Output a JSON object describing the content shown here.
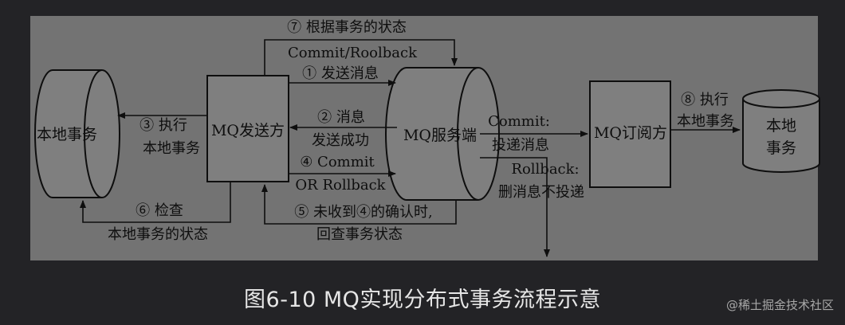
{
  "nodes": {
    "local_tx_left": "本地事务",
    "mq_sender": "MQ发送方",
    "mq_server": "MQ服务端",
    "mq_subscriber": "MQ订阅方",
    "local_tx_right_1": "本地",
    "local_tx_right_2": "事务"
  },
  "edges": {
    "e1": "① 发送消息",
    "e2_1": "② 消息",
    "e2_2": "发送成功",
    "e3_1": "③ 执行",
    "e3_2": "本地事务",
    "e4_1": "④ Commit",
    "e4_2": "OR Rollback",
    "e5_1": "⑤ 未收到④的确认时,",
    "e5_2": "回查事务状态",
    "e6_1": "⑥ 检查",
    "e6_2": "本地事务的状态",
    "e7_1": "⑦ 根据事务的状态",
    "e7_2": "Commit/Roolback",
    "e8_1": "⑧ 执行",
    "e8_2": "本地事务",
    "commit_1": "Commit:",
    "commit_2": "投递消息",
    "rollback_1": "Rollback:",
    "rollback_2": "删消息不投递"
  },
  "caption": "图6-10 MQ实现分布式事务流程示意",
  "watermark": "@稀土掘金技术社区",
  "colors": {
    "page_background": "#232326",
    "figure_background": "#737373",
    "box_fill": "#7f7f7f",
    "line": "#0e0e0e"
  }
}
